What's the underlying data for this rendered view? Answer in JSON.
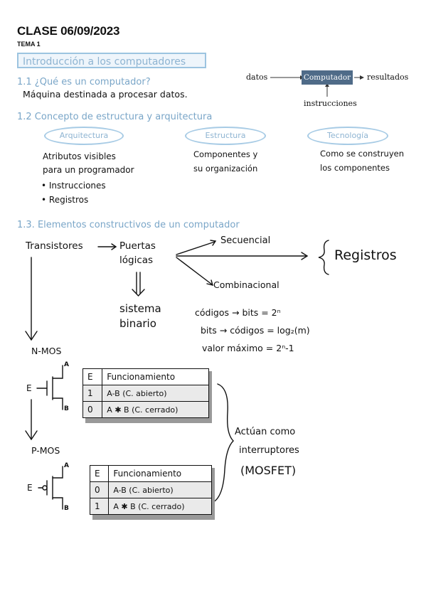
{
  "header": {
    "title": "CLASE 06/09/2023",
    "subtitle": "TEMA 1"
  },
  "intro": {
    "label": "Introducción a los computadores"
  },
  "s11": {
    "heading": "1.1 ¿Qué es un computador?",
    "text": "Máquina destinada a procesar datos."
  },
  "computer_diagram": {
    "input": "datos",
    "box": "Computador",
    "output": "resultados",
    "bottom": "instrucciones"
  },
  "s12": {
    "heading": "1.2 Concepto de estructura y arquitectura",
    "arch": {
      "title": "Arquitectura",
      "line1": "Atributos visibles",
      "line2": "para un programador",
      "bullet1": "• Instrucciones",
      "bullet2": "• Registros"
    },
    "estr": {
      "title": "Estructura",
      "line1": "Componentes y",
      "line2": "su organización"
    },
    "tech": {
      "title": "Tecnología",
      "line1": "Como se construyen",
      "line2": "los componentes"
    }
  },
  "s13": {
    "heading": "1.3. Elementos constructivos de un computador",
    "transistores": "Transistores",
    "puertas1": "Puertas",
    "puertas2": "lógicas",
    "secuencial": "Secuencial",
    "combinacional": "Combinacional",
    "registros": "Registros",
    "sistema1": "sistema",
    "sistema2": "binario",
    "formula1": "códigos → bits = 2ⁿ",
    "formula2": "bits → códigos = log₂(m)",
    "formula3": "valor máximo = 2ⁿ-1",
    "nmos": "N-MOS",
    "pmos": "P-MOS",
    "terminal_a": "A",
    "terminal_b": "B",
    "gate_e": "E",
    "nmos_table": {
      "headers": [
        "E",
        "Funcionamiento"
      ],
      "rows": [
        [
          "1",
          "A-B (C. abierto)"
        ],
        [
          "0",
          "A ✱ B (C. cerrado)"
        ]
      ]
    },
    "pmos_table": {
      "headers": [
        "E",
        "Funcionamiento"
      ],
      "rows": [
        [
          "0",
          "A-B (C. abierto)"
        ],
        [
          "1",
          "A ✱ B (C. cerrado)"
        ]
      ]
    },
    "note1": "Actúan como",
    "note2": "interruptores",
    "note3": "(MOSFET)"
  },
  "colors": {
    "accent": "#7aa6c8",
    "box": "#4f6b88",
    "ink": "#111111"
  }
}
